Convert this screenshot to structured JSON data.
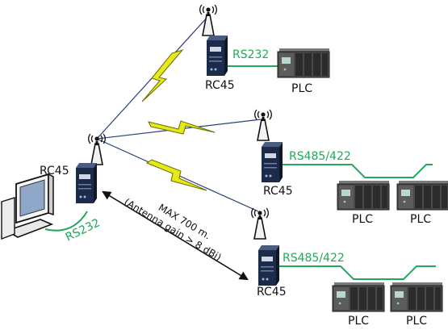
{
  "colors": {
    "link_green": "#22a85a",
    "radio_line": "#2a3f7a",
    "lightning_fill": "#e6ea17",
    "lightning_stroke": "#6a6a00",
    "device_dark": "#1c2b4a",
    "plc_dark": "#3a3a3a"
  },
  "labels": {
    "rc45": "RC45",
    "plc": "PLC",
    "rs232": "RS232",
    "rs485_422": "RS485/422",
    "range_line1": "MAX 700 m.",
    "range_line2": "(Antenna gain > 8 dBi)"
  },
  "icons": [
    "antenna-icon",
    "radio-modem-icon",
    "plc-icon",
    "computer-monitor-icon",
    "lightning-bolt-icon"
  ]
}
